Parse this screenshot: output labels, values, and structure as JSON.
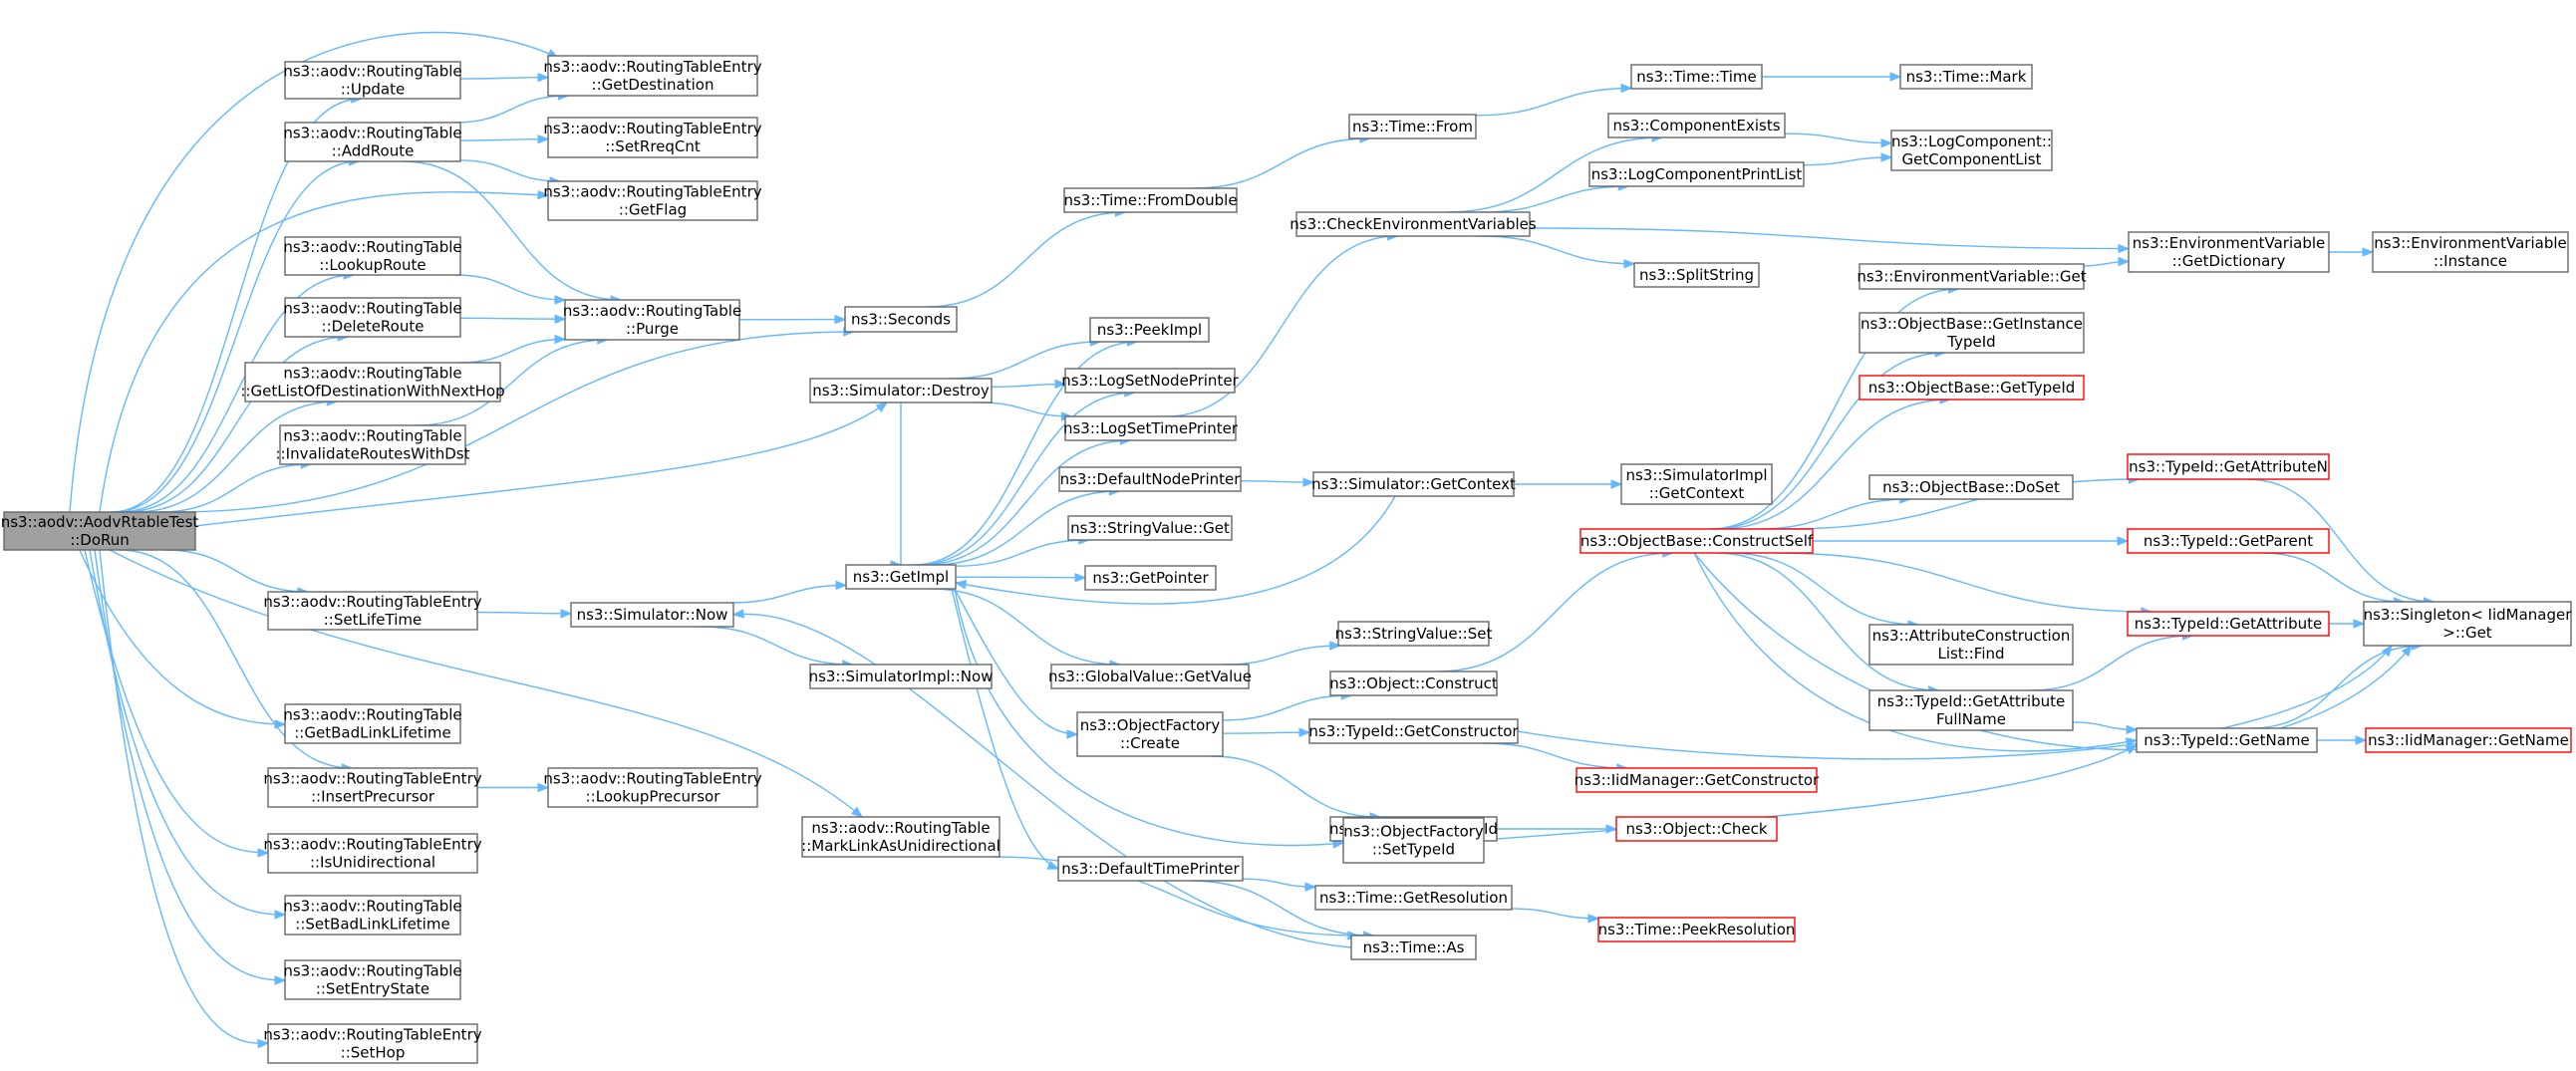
{
  "title": "",
  "colors": {
    "edge": "#63b8ff",
    "node_border": "#666666",
    "root_fill": "#a0a0a0",
    "truncated_border": "#ff0000"
  },
  "nodes": [
    {
      "id": "root",
      "lines": [
        "ns3::aodv::AodvRtableTest",
        "::DoRun"
      ],
      "root": true
    },
    {
      "id": "rt_update",
      "lines": [
        "ns3::aodv::RoutingTable",
        "::Update"
      ]
    },
    {
      "id": "rt_addroute",
      "lines": [
        "ns3::aodv::RoutingTable",
        "::AddRoute"
      ]
    },
    {
      "id": "rt_lookuproute",
      "lines": [
        "ns3::aodv::RoutingTable",
        "::LookupRoute"
      ]
    },
    {
      "id": "rt_deleteroute",
      "lines": [
        "ns3::aodv::RoutingTable",
        "::DeleteRoute"
      ]
    },
    {
      "id": "rt_getlist",
      "lines": [
        "ns3::aodv::RoutingTable",
        "::GetListOfDestinationWithNextHop"
      ]
    },
    {
      "id": "rt_invalidate",
      "lines": [
        "ns3::aodv::RoutingTable",
        "::InvalidateRoutesWithDst"
      ]
    },
    {
      "id": "rte_setlifetime",
      "lines": [
        "ns3::aodv::RoutingTableEntry",
        "::SetLifeTime"
      ]
    },
    {
      "id": "rt_getbadlink",
      "lines": [
        "ns3::aodv::RoutingTable",
        "::GetBadLinkLifetime"
      ]
    },
    {
      "id": "rte_insertprecursor",
      "lines": [
        "ns3::aodv::RoutingTableEntry",
        "::InsertPrecursor"
      ]
    },
    {
      "id": "rte_isunidirectional",
      "lines": [
        "ns3::aodv::RoutingTableEntry",
        "::IsUnidirectional"
      ]
    },
    {
      "id": "rt_setbadlink",
      "lines": [
        "ns3::aodv::RoutingTable",
        "::SetBadLinkLifetime"
      ]
    },
    {
      "id": "rt_setentrystate",
      "lines": [
        "ns3::aodv::RoutingTable",
        "::SetEntryState"
      ]
    },
    {
      "id": "rte_sethop",
      "lines": [
        "ns3::aodv::RoutingTableEntry",
        "::SetHop"
      ]
    },
    {
      "id": "rte_getdestination",
      "lines": [
        "ns3::aodv::RoutingTableEntry",
        "::GetDestination"
      ]
    },
    {
      "id": "rte_setrreqcnt",
      "lines": [
        "ns3::aodv::RoutingTableEntry",
        "::SetRreqCnt"
      ]
    },
    {
      "id": "rte_getflag",
      "lines": [
        "ns3::aodv::RoutingTableEntry",
        "::GetFlag"
      ]
    },
    {
      "id": "rt_purge",
      "lines": [
        "ns3::aodv::RoutingTable",
        "::Purge"
      ]
    },
    {
      "id": "rte_lookupprecursor",
      "lines": [
        "ns3::aodv::RoutingTableEntry",
        "::LookupPrecursor"
      ]
    },
    {
      "id": "seconds",
      "lines": [
        "ns3::Seconds"
      ]
    },
    {
      "id": "sim_destroy",
      "lines": [
        "ns3::Simulator::Destroy"
      ]
    },
    {
      "id": "sim_now",
      "lines": [
        "ns3::Simulator::Now"
      ]
    },
    {
      "id": "simimpl_now",
      "lines": [
        "ns3::SimulatorImpl::Now"
      ]
    },
    {
      "id": "getimpl",
      "lines": [
        "ns3::GetImpl"
      ]
    },
    {
      "id": "rt_marklink",
      "lines": [
        "ns3::aodv::RoutingTable",
        "::MarkLinkAsUnidirectional"
      ]
    },
    {
      "id": "time_fromdouble",
      "lines": [
        "ns3::Time::FromDouble"
      ]
    },
    {
      "id": "peekimpl",
      "lines": [
        "ns3::PeekImpl"
      ]
    },
    {
      "id": "logsetnode",
      "lines": [
        "ns3::LogSetNodePrinter"
      ]
    },
    {
      "id": "logsettime",
      "lines": [
        "ns3::LogSetTimePrinter"
      ]
    },
    {
      "id": "defaultnode",
      "lines": [
        "ns3::DefaultNodePrinter"
      ]
    },
    {
      "id": "stringvalue_get",
      "lines": [
        "ns3::StringValue::Get"
      ]
    },
    {
      "id": "getpointer",
      "lines": [
        "ns3::GetPointer"
      ]
    },
    {
      "id": "globalvalue_getvalue",
      "lines": [
        "ns3::GlobalValue::GetValue"
      ]
    },
    {
      "id": "objectfactory_create",
      "lines": [
        "ns3::ObjectFactory",
        "::Create"
      ]
    },
    {
      "id": "defaulttime",
      "lines": [
        "ns3::DefaultTimePrinter"
      ]
    },
    {
      "id": "time_from",
      "lines": [
        "ns3::Time::From"
      ]
    },
    {
      "id": "checkenv",
      "lines": [
        "ns3::CheckEnvironmentVariables"
      ]
    },
    {
      "id": "sim_getcontext",
      "lines": [
        "ns3::Simulator::GetContext"
      ]
    },
    {
      "id": "stringvalue_set",
      "lines": [
        "ns3::StringValue::Set"
      ]
    },
    {
      "id": "object_construct",
      "lines": [
        "ns3::Object::Construct"
      ]
    },
    {
      "id": "typeid_getconstructor",
      "lines": [
        "ns3::TypeId::GetConstructor"
      ]
    },
    {
      "id": "object_settypeid",
      "lines": [
        "ns3::Object::SetTypeId"
      ]
    },
    {
      "id": "objectfactory_settypeid",
      "lines": [
        "ns3::ObjectFactory",
        "::SetTypeId"
      ]
    },
    {
      "id": "time_getresolution",
      "lines": [
        "ns3::Time::GetResolution"
      ]
    },
    {
      "id": "time_as",
      "lines": [
        "ns3::Time::As"
      ]
    },
    {
      "id": "time_time",
      "lines": [
        "ns3::Time::Time"
      ]
    },
    {
      "id": "componentexists",
      "lines": [
        "ns3::ComponentExists"
      ]
    },
    {
      "id": "logcomponentprintlist",
      "lines": [
        "ns3::LogComponentPrintList"
      ]
    },
    {
      "id": "splitstring",
      "lines": [
        "ns3::SplitString"
      ]
    },
    {
      "id": "simimpl_getcontext",
      "lines": [
        "ns3::SimulatorImpl",
        "::GetContext"
      ]
    },
    {
      "id": "objectbase_constructself",
      "lines": [
        "ns3::ObjectBase::ConstructSelf"
      ],
      "red": true
    },
    {
      "id": "iidmanager_getconstructor",
      "lines": [
        "ns3::IidManager::GetConstructor"
      ],
      "red": true
    },
    {
      "id": "object_check",
      "lines": [
        "ns3::Object::Check"
      ],
      "red": true
    },
    {
      "id": "time_peekresolution",
      "lines": [
        "ns3::Time::PeekResolution"
      ],
      "red": true
    },
    {
      "id": "time_mark",
      "lines": [
        "ns3::Time::Mark"
      ]
    },
    {
      "id": "logcomponent_getlist",
      "lines": [
        "ns3::LogComponent::",
        "GetComponentList"
      ]
    },
    {
      "id": "envvar_get",
      "lines": [
        "ns3::EnvironmentVariable::Get"
      ]
    },
    {
      "id": "objectbase_getinstancetypeid",
      "lines": [
        "ns3::ObjectBase::GetInstance",
        "TypeId"
      ]
    },
    {
      "id": "objectbase_gettypeid",
      "lines": [
        "ns3::ObjectBase::GetTypeId"
      ],
      "red": true
    },
    {
      "id": "objectbase_doset",
      "lines": [
        "ns3::ObjectBase::DoSet"
      ]
    },
    {
      "id": "attrconstructionlist_find",
      "lines": [
        "ns3::AttributeConstruction",
        "List::Find"
      ]
    },
    {
      "id": "typeid_getattributefullname",
      "lines": [
        "ns3::TypeId::GetAttribute",
        "FullName"
      ]
    },
    {
      "id": "envvar_getdictionary",
      "lines": [
        "ns3::EnvironmentVariable",
        "::GetDictionary"
      ]
    },
    {
      "id": "typeid_getattributen",
      "lines": [
        "ns3::TypeId::GetAttributeN"
      ],
      "red": true
    },
    {
      "id": "typeid_getparent",
      "lines": [
        "ns3::TypeId::GetParent"
      ],
      "red": true
    },
    {
      "id": "typeid_getattribute",
      "lines": [
        "ns3::TypeId::GetAttribute"
      ],
      "red": true
    },
    {
      "id": "typeid_getname",
      "lines": [
        "ns3::TypeId::GetName"
      ]
    },
    {
      "id": "envvar_instance",
      "lines": [
        "ns3::EnvironmentVariable",
        "::Instance"
      ]
    },
    {
      "id": "singleton_get",
      "lines": [
        "ns3::Singleton< IidManager",
        " >::Get"
      ]
    },
    {
      "id": "iidmanager_getname",
      "lines": [
        "ns3::IidManager::GetName"
      ],
      "red": true
    }
  ],
  "edges": [
    [
      "root",
      "rt_update"
    ],
    [
      "root",
      "rt_addroute"
    ],
    [
      "root",
      "rt_lookuproute"
    ],
    [
      "root",
      "rt_deleteroute"
    ],
    [
      "root",
      "rt_getlist"
    ],
    [
      "root",
      "rt_invalidate"
    ],
    [
      "root",
      "rte_setlifetime"
    ],
    [
      "root",
      "rt_getbadlink"
    ],
    [
      "root",
      "rte_insertprecursor"
    ],
    [
      "root",
      "rte_isunidirectional"
    ],
    [
      "root",
      "rt_setbadlink"
    ],
    [
      "root",
      "rt_setentrystate"
    ],
    [
      "root",
      "rte_sethop"
    ],
    [
      "root",
      "rte_getdestination"
    ],
    [
      "root",
      "rte_getflag"
    ],
    [
      "root",
      "seconds"
    ],
    [
      "root",
      "sim_destroy"
    ],
    [
      "root",
      "rt_marklink"
    ],
    [
      "rt_update",
      "rte_getdestination"
    ],
    [
      "rt_addroute",
      "rte_getdestination"
    ],
    [
      "rt_addroute",
      "rte_setrreqcnt"
    ],
    [
      "rt_addroute",
      "rte_getflag"
    ],
    [
      "rt_addroute",
      "rt_purge"
    ],
    [
      "rt_lookuproute",
      "rt_purge"
    ],
    [
      "rt_deleteroute",
      "rt_purge"
    ],
    [
      "rt_getlist",
      "rt_purge"
    ],
    [
      "rt_invalidate",
      "rt_purge"
    ],
    [
      "rt_purge",
      "seconds"
    ],
    [
      "rte_setlifetime",
      "sim_now"
    ],
    [
      "rte_insertprecursor",
      "rte_lookupprecursor"
    ],
    [
      "seconds",
      "time_fromdouble"
    ],
    [
      "sim_destroy",
      "peekimpl"
    ],
    [
      "sim_destroy",
      "logsetnode"
    ],
    [
      "sim_destroy",
      "logsettime"
    ],
    [
      "sim_destroy",
      "getimpl"
    ],
    [
      "sim_now",
      "getimpl"
    ],
    [
      "sim_now",
      "simimpl_now"
    ],
    [
      "getimpl",
      "peekimpl"
    ],
    [
      "getimpl",
      "logsetnode"
    ],
    [
      "getimpl",
      "logsettime"
    ],
    [
      "getimpl",
      "defaultnode"
    ],
    [
      "getimpl",
      "stringvalue_get"
    ],
    [
      "getimpl",
      "getpointer"
    ],
    [
      "getimpl",
      "globalvalue_getvalue"
    ],
    [
      "getimpl",
      "objectfactory_create"
    ],
    [
      "getimpl",
      "defaulttime"
    ],
    [
      "getimpl",
      "objectfactory_settypeid"
    ],
    [
      "rt_marklink",
      "time_as"
    ],
    [
      "time_fromdouble",
      "time_from"
    ],
    [
      "logsettime",
      "checkenv"
    ],
    [
      "defaultnode",
      "sim_getcontext"
    ],
    [
      "sim_getcontext",
      "simimpl_getcontext"
    ],
    [
      "sim_getcontext",
      "getimpl"
    ],
    [
      "globalvalue_getvalue",
      "stringvalue_set"
    ],
    [
      "objectfactory_create",
      "object_construct"
    ],
    [
      "objectfactory_create",
      "typeid_getconstructor"
    ],
    [
      "objectfactory_create",
      "object_settypeid"
    ],
    [
      "defaulttime",
      "time_getresolution"
    ],
    [
      "defaulttime",
      "time_as"
    ],
    [
      "time_from",
      "time_time"
    ],
    [
      "checkenv",
      "componentexists"
    ],
    [
      "checkenv",
      "logcomponentprintlist"
    ],
    [
      "checkenv",
      "splitstring"
    ],
    [
      "checkenv",
      "envvar_getdictionary"
    ],
    [
      "object_construct",
      "objectbase_constructself"
    ],
    [
      "typeid_getconstructor",
      "iidmanager_getconstructor"
    ],
    [
      "typeid_getconstructor",
      "singleton_get"
    ],
    [
      "object_settypeid",
      "object_check"
    ],
    [
      "objectfactory_settypeid",
      "typeid_getname"
    ],
    [
      "time_getresolution",
      "time_peekresolution"
    ],
    [
      "time_as",
      "sim_now"
    ],
    [
      "time_time",
      "time_mark"
    ],
    [
      "componentexists",
      "logcomponent_getlist"
    ],
    [
      "logcomponentprintlist",
      "logcomponent_getlist"
    ],
    [
      "objectbase_constructself",
      "envvar_get"
    ],
    [
      "objectbase_constructself",
      "objectbase_getinstancetypeid"
    ],
    [
      "objectbase_constructself",
      "objectbase_gettypeid"
    ],
    [
      "objectbase_constructself",
      "typeid_getattributen"
    ],
    [
      "objectbase_constructself",
      "objectbase_doset"
    ],
    [
      "objectbase_constructself",
      "typeid_getparent"
    ],
    [
      "objectbase_constructself",
      "typeid_getattribute"
    ],
    [
      "objectbase_constructself",
      "attrconstructionlist_find"
    ],
    [
      "objectbase_constructself",
      "typeid_getattributefullname"
    ],
    [
      "objectbase_constructself",
      "typeid_getname"
    ],
    [
      "objectbase_constructself",
      "singleton_get"
    ],
    [
      "envvar_get",
      "envvar_getdictionary"
    ],
    [
      "envvar_getdictionary",
      "envvar_instance"
    ],
    [
      "typeid_getattributefullname",
      "typeid_getattribute"
    ],
    [
      "typeid_getattributefullname",
      "typeid_getname"
    ],
    [
      "typeid_getattributen",
      "singleton_get"
    ],
    [
      "typeid_getparent",
      "singleton_get"
    ],
    [
      "typeid_getattribute",
      "singleton_get"
    ],
    [
      "typeid_getname",
      "singleton_get"
    ],
    [
      "typeid_getname",
      "iidmanager_getname"
    ]
  ]
}
